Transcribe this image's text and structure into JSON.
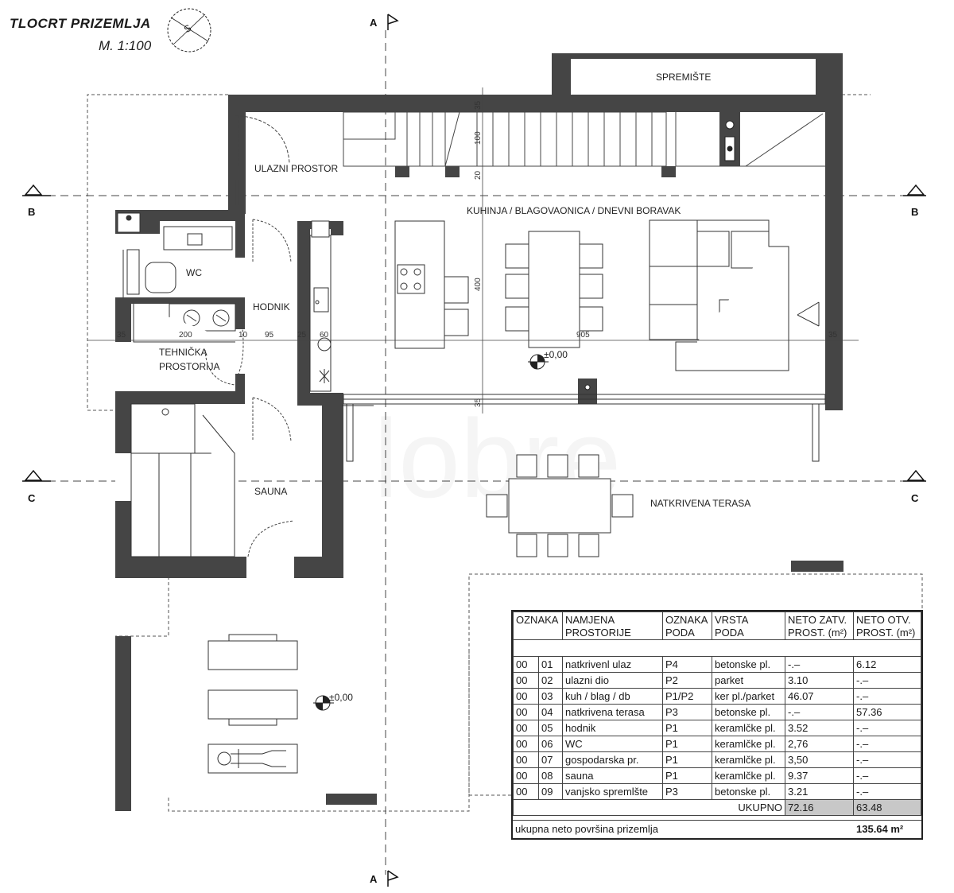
{
  "header": {
    "title": "TLOCRT PRIZEMLJA",
    "scale": "M. 1:100",
    "north_mark": "S"
  },
  "sections": {
    "a": "A",
    "b": "B",
    "c": "C"
  },
  "rooms": {
    "spremiste": "SPREMIŠTE",
    "ulazni": "ULAZNI PROSTOR",
    "kuhinja": "KUHINJA / BLAGOVAONICA / DNEVNI BORAVAK",
    "wc": "WC",
    "hodnik": "HODNIK",
    "tehnicka_1": "TEHNIČKA",
    "tehnicka_2": "PROSTORIJA",
    "sauna": "SAUNA",
    "terasa": "NATKRIVENA TERASA"
  },
  "levels": {
    "interior": "±0,00",
    "exterior": "±0,00"
  },
  "dimensions": {
    "d35_top": "35",
    "d100": "100",
    "d20": "20",
    "d400": "400",
    "d35_mid": "35",
    "d35_left": "35",
    "d200": "200",
    "d10": "10",
    "d95": "95",
    "d25": "25",
    "d60": "60",
    "d905": "905",
    "d35_right": "35"
  },
  "watermark": "lobre",
  "table": {
    "headers": {
      "oznaka": "OZNAKA",
      "namjena_1": "NAMJENA",
      "namjena_2": "PROSTORIJE",
      "oznaka_poda_1": "OZNAKA",
      "oznaka_poda_2": "PODA",
      "vrsta_1": "VRSTA",
      "vrsta_2": "PODA",
      "neto_zatv_1": "NETO ZATV.",
      "neto_zatv_2": "PROST. (m²)",
      "neto_otv_1": "NETO OTV.",
      "neto_otv_2": "PROST. (m²)"
    },
    "rows": [
      {
        "a": "00",
        "b": "01",
        "name": "natkrivenl ulaz",
        "code": "P4",
        "floor": "betonske pl.",
        "closed": "-.–",
        "open": "6.12"
      },
      {
        "a": "00",
        "b": "02",
        "name": "ulazni dio",
        "code": "P2",
        "floor": "parket",
        "closed": "3.10",
        "open": "-.–"
      },
      {
        "a": "00",
        "b": "03",
        "name": "kuh / blag / db",
        "code": "P1/P2",
        "floor": "ker pl./parket",
        "closed": "46.07",
        "open": "-.–"
      },
      {
        "a": "00",
        "b": "04",
        "name": "natkrivena terasa",
        "code": "P3",
        "floor": "betonske pl.",
        "closed": "-.–",
        "open": "57.36"
      },
      {
        "a": "00",
        "b": "05",
        "name": "hodnik",
        "code": "P1",
        "floor": "keramlčke pl.",
        "closed": "3.52",
        "open": "-.–"
      },
      {
        "a": "00",
        "b": "06",
        "name": "WC",
        "code": "P1",
        "floor": "keramlčke pl.",
        "closed": "2,76",
        "open": "-.–"
      },
      {
        "a": "00",
        "b": "07",
        "name": "gospodarska pr.",
        "code": "P1",
        "floor": "keramlčke pl.",
        "closed": "3,50",
        "open": "-.–"
      },
      {
        "a": "00",
        "b": "08",
        "name": "sauna",
        "code": "P1",
        "floor": "keramlčke pl.",
        "closed": "9.37",
        "open": "-.–"
      },
      {
        "a": "00",
        "b": "09",
        "name": "vanjsko spremlšte",
        "code": "P3",
        "floor": "betonske pl.",
        "closed": "3.21",
        "open": "-.–"
      }
    ],
    "total_label": "UKUPNO",
    "total_closed": "72.16",
    "total_open": "63.48",
    "footer_label": "ukupna neto površina prizemlja",
    "footer_value": "135.64 m²"
  }
}
